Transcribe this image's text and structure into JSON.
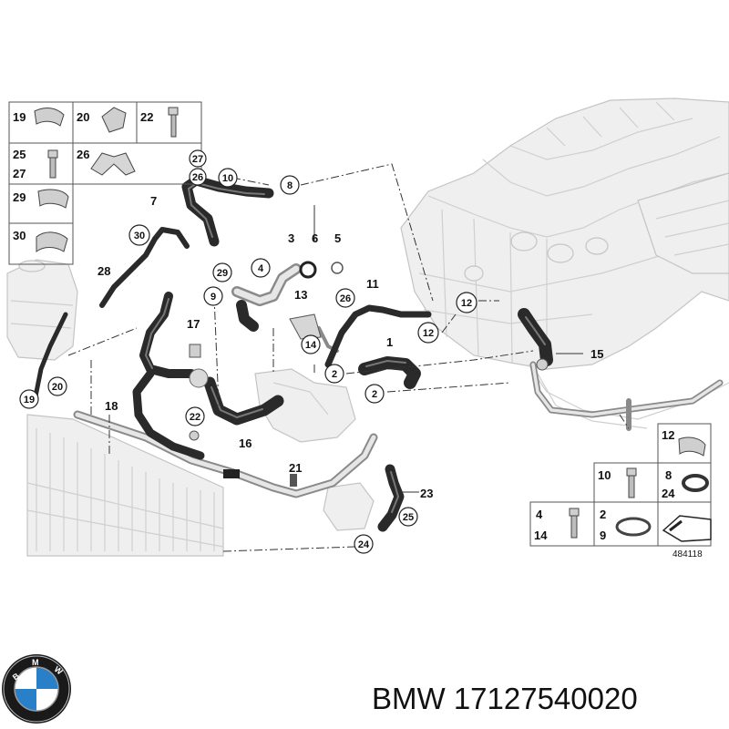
{
  "callouts": [
    "1",
    "2",
    "3",
    "4",
    "5",
    "6",
    "7",
    "8",
    "9",
    "10",
    "11",
    "12",
    "13",
    "14",
    "15",
    "16",
    "17",
    "18",
    "19",
    "20",
    "21",
    "22",
    "23",
    "24",
    "25",
    "26",
    "27",
    "28",
    "29",
    "30"
  ],
  "legend_left": {
    "cells": [
      "19",
      "20",
      "22",
      "25",
      "27",
      "26",
      "29",
      "30"
    ]
  },
  "legend_right": {
    "cells": [
      "12",
      "10",
      "8",
      "24",
      "4",
      "14",
      "2",
      "9"
    ]
  },
  "figure_code": "484118",
  "caption": "BMW 17127540020",
  "logo": {
    "letters": "BMW",
    "ring_color": "#1a1a1a",
    "blue": "#2a7fc9"
  },
  "colors": {
    "hose": "#2a2a2a",
    "ghost": "#efefef",
    "ghost_stroke": "#c4c4c4"
  }
}
